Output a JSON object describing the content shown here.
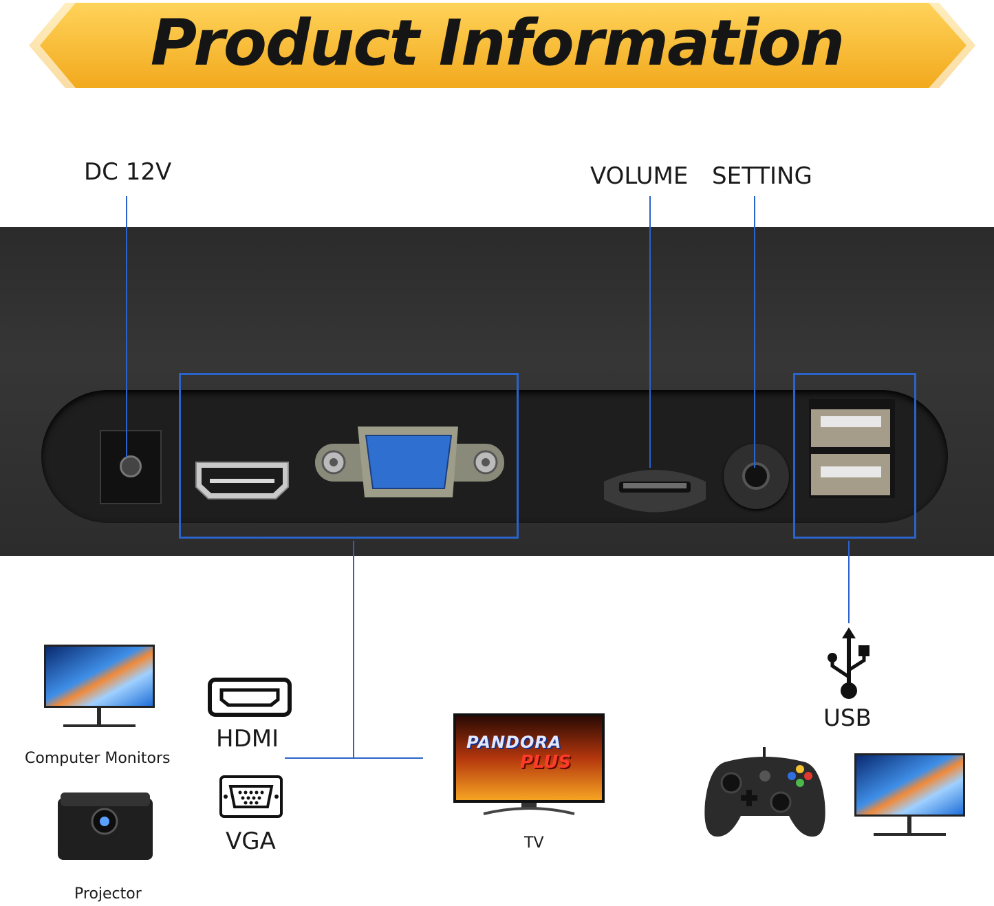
{
  "banner": {
    "title": "Product Information",
    "color": "#f7b829"
  },
  "ports": {
    "dc": "DC 12V",
    "volume": "VOLUME",
    "setting": "SETTING",
    "usb": "USB"
  },
  "outputs": {
    "hdmi": "HDMI",
    "vga": "VGA",
    "monitors": "Computer Monitors",
    "projector": "Projector",
    "tv": "TV"
  },
  "tv_screen": {
    "line1": "PANDORA",
    "line2": "PLUS"
  },
  "colors": {
    "accent": "#2a63c9",
    "panel": "#2f2f2f"
  }
}
